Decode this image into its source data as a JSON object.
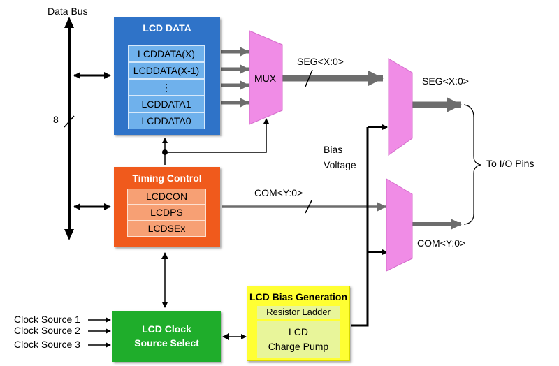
{
  "data_bus": {
    "label": "Data Bus",
    "width_label": "8"
  },
  "lcd_data": {
    "title": "LCD DATA",
    "registers": [
      "LCDDATA(X)",
      "LCDDATA(X-1)",
      "⋮",
      "LCDDATA1",
      "LCDDATA0"
    ]
  },
  "mux": {
    "label": "MUX"
  },
  "timing_control": {
    "title": "Timing Control",
    "registers": [
      "LCDCON",
      "LCDPS",
      "LCDSEx"
    ]
  },
  "clock_select": {
    "title_line1": "LCD Clock",
    "title_line2": "Source Select"
  },
  "clock_sources": [
    "Clock Source 1",
    "Clock Source 2",
    "Clock Source 3"
  ],
  "bias_generation": {
    "title": "LCD Bias Generation",
    "resistor_ladder": "Resistor Ladder",
    "charge_pump_line1": "LCD",
    "charge_pump_line2": "Charge Pump"
  },
  "signals": {
    "seg_bus_1": "SEG<X:0>",
    "seg_bus_2": "SEG<X:0>",
    "com_bus_1": "COM<Y:0>",
    "com_bus_2": "COM<Y:0>",
    "bias_voltage_line1": "Bias",
    "bias_voltage_line2": "Voltage",
    "io_pins": "To I/O Pins"
  },
  "colors": {
    "lcd_data": "#2f73c8",
    "lcd_data_reg": "#6fb1ec",
    "timing_control": "#f05a1c",
    "timing_reg": "#f7a074",
    "clock_select": "#1fad2b",
    "bias_outer": "#ffff33",
    "bias_inner": "#e8f59a",
    "mux": "#f08ce6",
    "bus_arrow": "#6d6d6d"
  }
}
